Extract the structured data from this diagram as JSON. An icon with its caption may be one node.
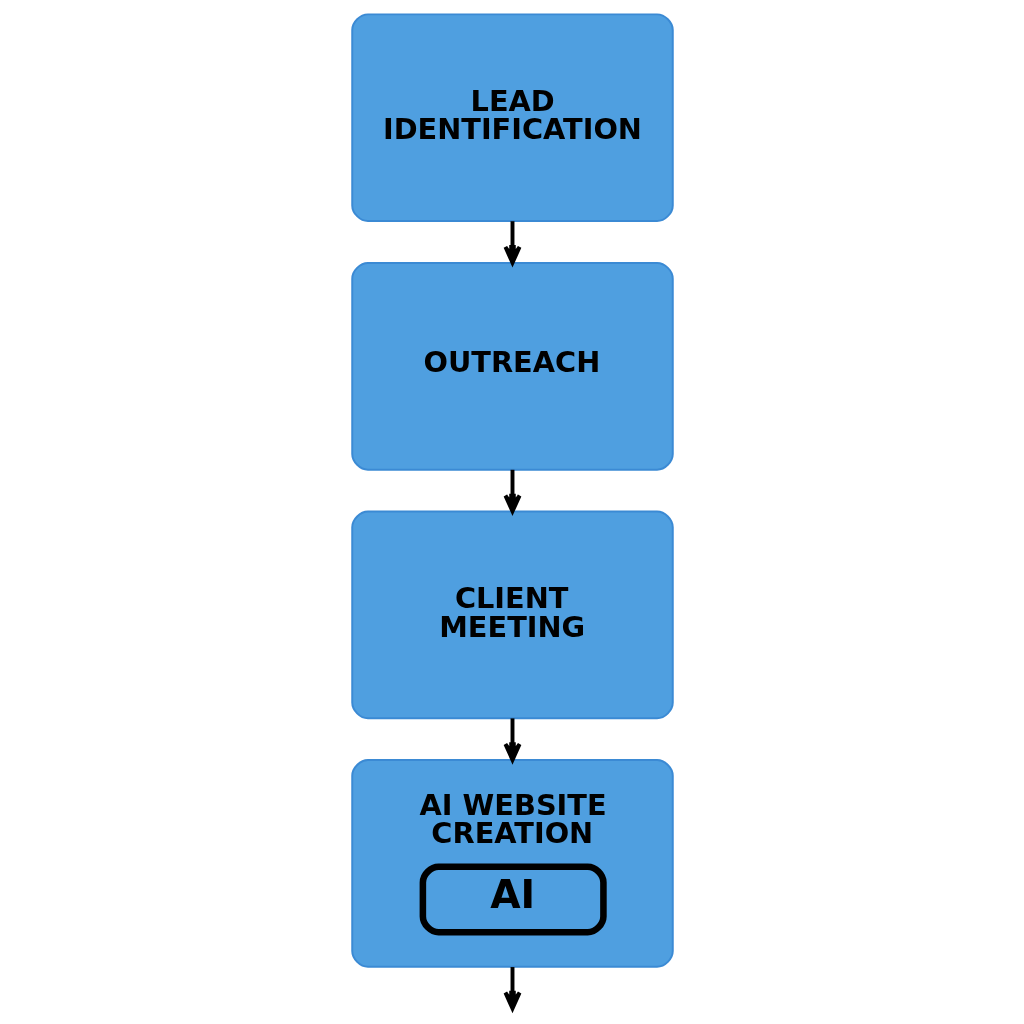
{
  "diagram": {
    "nodes": [
      {
        "text": [
          "LEAD IDENTIFICATION"
        ]
      },
      {
        "text": [
          "OUTREACH"
        ]
      },
      {
        "text": [
          "CLIENT MEETING"
        ]
      },
      {
        "text": [
          "AI WEBSITE CREATION",
          "AI"
        ]
      }
    ],
    "edges": [
      {
        "from": 0,
        "to": 1,
        "arrow": "to"
      },
      {
        "from": 1,
        "to": 2,
        "arrow": "to"
      },
      {
        "from": 2,
        "to": 3,
        "arrow": "to"
      },
      {
        "from": 3,
        "to": null,
        "arrow": "to"
      }
    ]
  }
}
